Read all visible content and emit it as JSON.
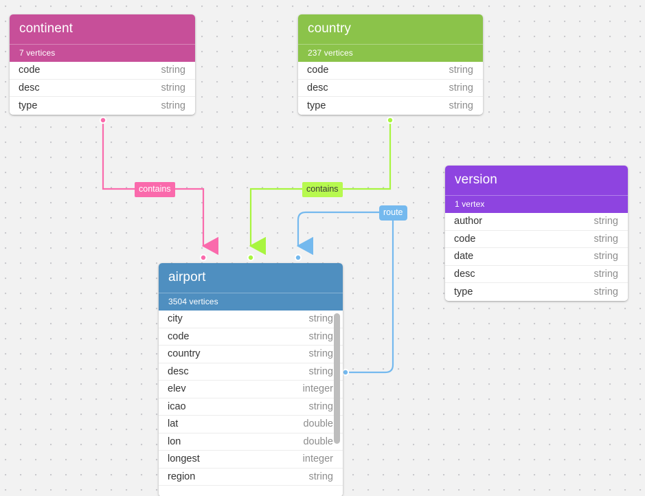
{
  "canvas": {
    "background_color": "#f2f2f2",
    "grid": "dot-grid"
  },
  "graph": {
    "nodes": [
      {
        "id": "continent",
        "title": "continent",
        "subtitle": "7 vertices",
        "color": "#c74f99",
        "properties": [
          {
            "name": "code",
            "type": "string"
          },
          {
            "name": "desc",
            "type": "string"
          },
          {
            "name": "type",
            "type": "string"
          }
        ]
      },
      {
        "id": "country",
        "title": "country",
        "subtitle": "237 vertices",
        "color": "#8bc34a",
        "properties": [
          {
            "name": "code",
            "type": "string"
          },
          {
            "name": "desc",
            "type": "string"
          },
          {
            "name": "type",
            "type": "string"
          }
        ]
      },
      {
        "id": "version",
        "title": "version",
        "subtitle": "1 vertex",
        "color": "#8e44e0",
        "properties": [
          {
            "name": "author",
            "type": "string"
          },
          {
            "name": "code",
            "type": "string"
          },
          {
            "name": "date",
            "type": "string"
          },
          {
            "name": "desc",
            "type": "string"
          },
          {
            "name": "type",
            "type": "string"
          }
        ]
      },
      {
        "id": "airport",
        "title": "airport",
        "subtitle": "3504 vertices",
        "color": "#4f8fc0",
        "scrollable": true,
        "properties": [
          {
            "name": "city",
            "type": "string"
          },
          {
            "name": "code",
            "type": "string"
          },
          {
            "name": "country",
            "type": "string"
          },
          {
            "name": "desc",
            "type": "string"
          },
          {
            "name": "elev",
            "type": "integer"
          },
          {
            "name": "icao",
            "type": "string"
          },
          {
            "name": "lat",
            "type": "double"
          },
          {
            "name": "lon",
            "type": "double"
          },
          {
            "name": "longest",
            "type": "integer"
          },
          {
            "name": "region",
            "type": "string"
          }
        ]
      }
    ],
    "edges": [
      {
        "id": "continent-contains-airport",
        "label": "contains",
        "from": "continent",
        "to": "airport",
        "color": "#fa6aac",
        "label_text_color": "#ffffff"
      },
      {
        "id": "country-contains-airport",
        "label": "contains",
        "from": "country",
        "to": "airport",
        "color": "#b7f94f",
        "label_text_color": "#3a3a3a"
      },
      {
        "id": "airport-route-airport",
        "label": "route",
        "from": "airport",
        "to": "airport",
        "color": "#74b9ee",
        "label_text_color": "#ffffff"
      }
    ]
  }
}
